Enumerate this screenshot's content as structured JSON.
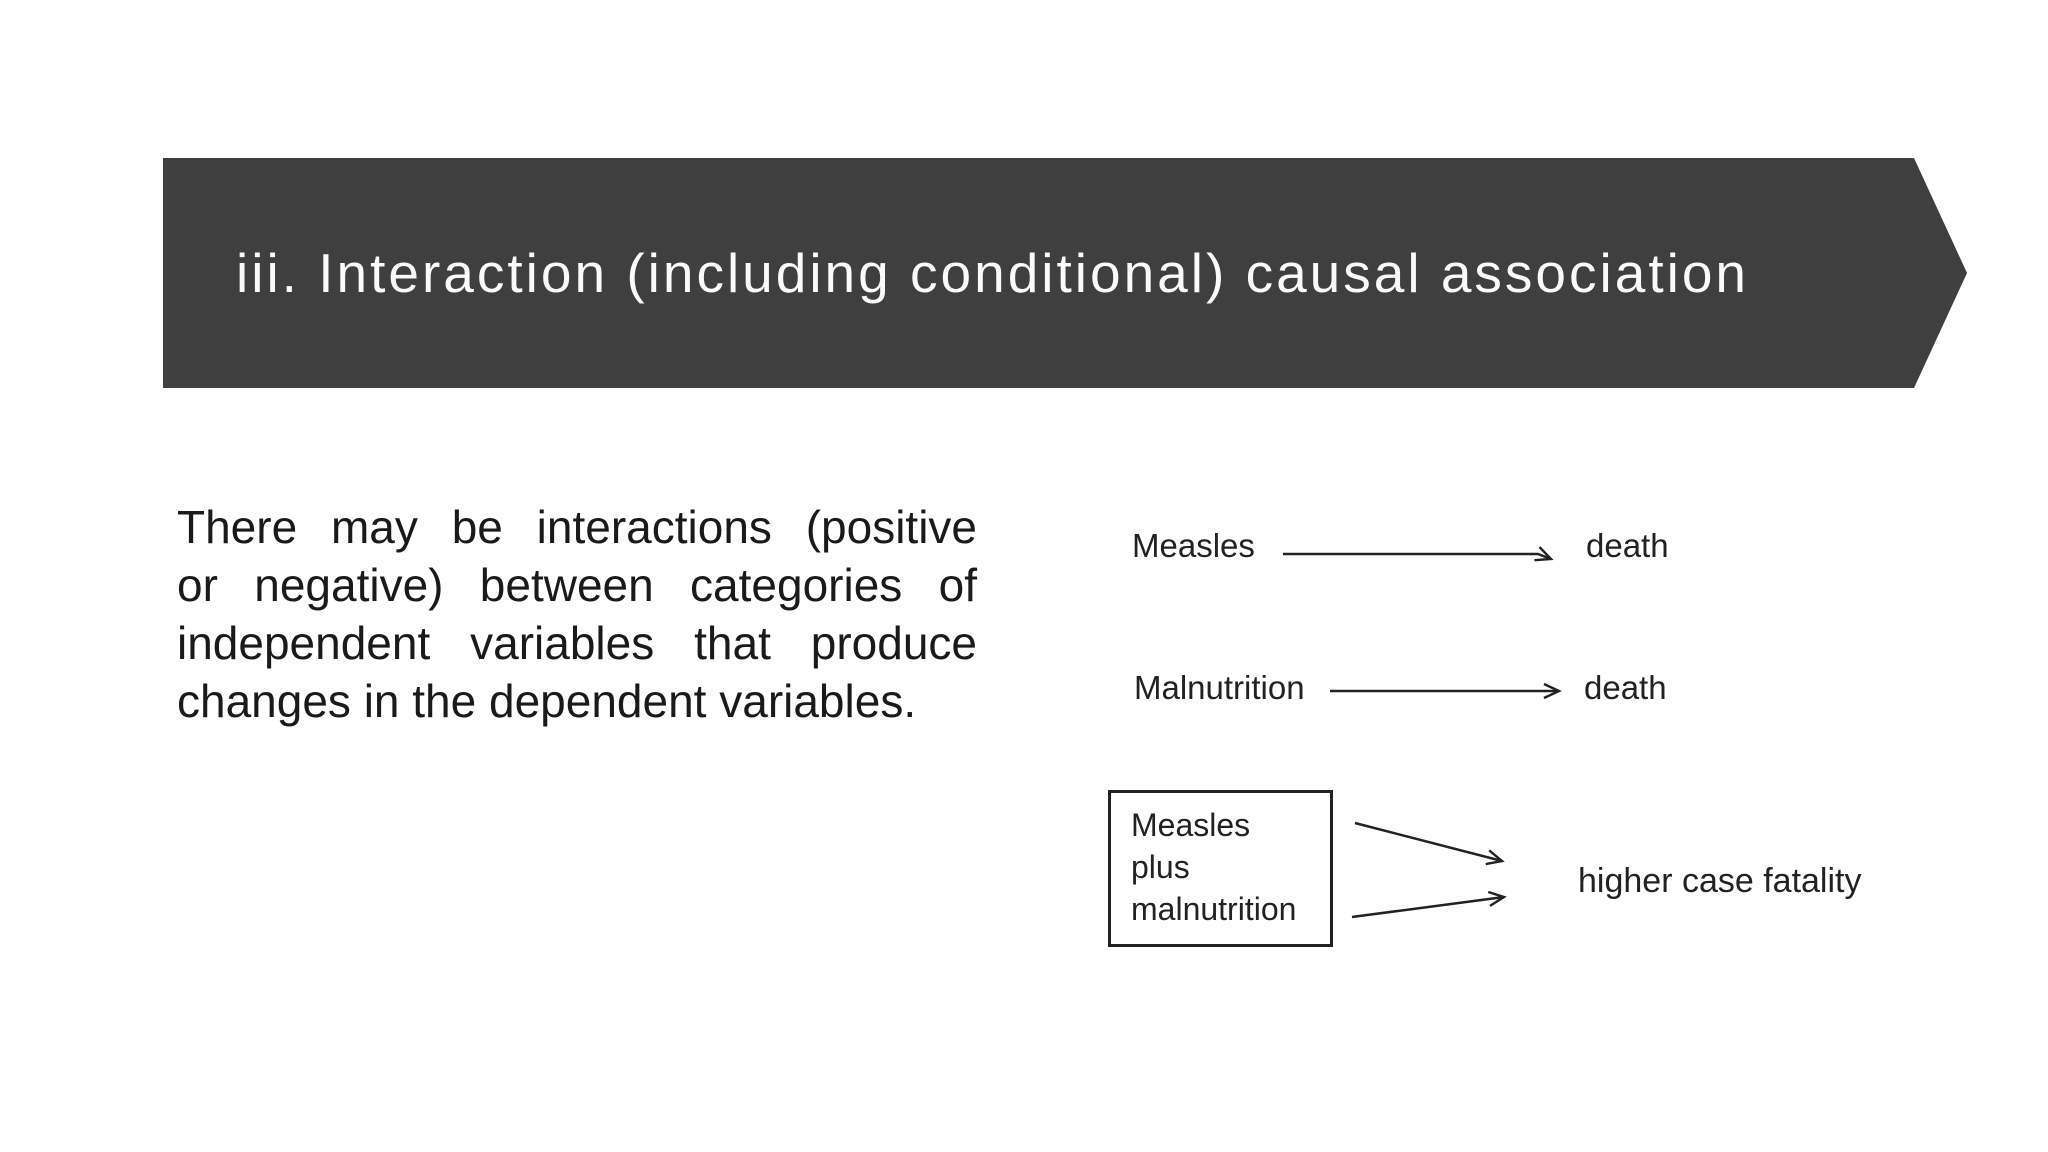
{
  "slide": {
    "title": "iii. Interaction (including conditional) causal association",
    "body_lines": [
      "There may be interactions (positive",
      "or negative) between categories of",
      "independent variables that produce",
      "changes in the dependent variables."
    ],
    "diagram": {
      "row1": {
        "source": "Measles",
        "target": "death"
      },
      "row2": {
        "source": "Malnutrition",
        "target": "death"
      },
      "box_lines": [
        "Measles",
        "plus",
        "malnutrition"
      ],
      "outcome": "higher case fatality"
    },
    "colors": {
      "banner": "#3f3f3f",
      "title_text": "#fafafa",
      "body_text": "#1a1a1a",
      "diagram_ink": "#222222",
      "background": "#ffffff"
    }
  }
}
